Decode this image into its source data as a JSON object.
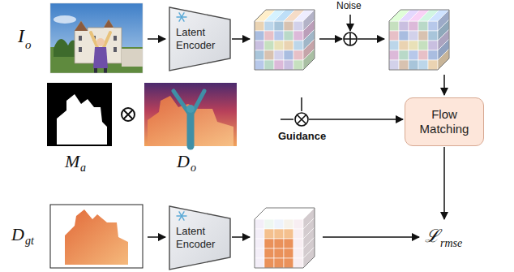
{
  "diagram": {
    "nodes": [
      {
        "text": [
          "Latent Encoder"
        ]
      },
      {
        "text": [
          "Flow Matching"
        ]
      },
      {
        "text": [
          "Latent Encoder"
        ]
      }
    ],
    "labels": [
      "Noise",
      "I",
      "o",
      "M",
      "a",
      "D",
      "o",
      "Guidance",
      "D",
      "gt",
      "ℒ",
      "rmse"
    ]
  }
}
